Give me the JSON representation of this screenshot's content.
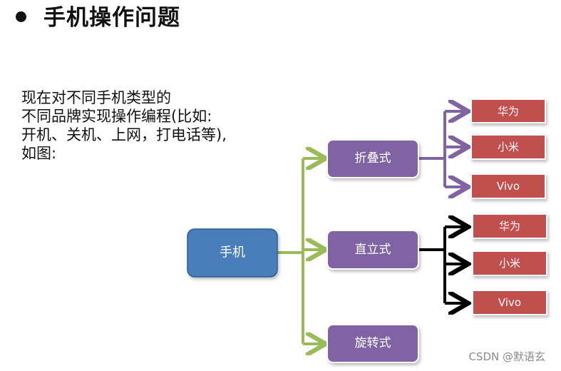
{
  "title": "手机操作问题",
  "description_lines": [
    "现在对不同手机类型的",
    "不同品牌实现操作编程(比如:",
    "开机、关机、上网，打电话等),",
    "如图:"
  ],
  "diagram": {
    "root": "手机",
    "types": [
      "折叠式",
      "直立式",
      "旋转式"
    ],
    "brands_folding": [
      "华为",
      "小米",
      "Vivo"
    ],
    "brands_upright": [
      "华为",
      "小米",
      "Vivo"
    ]
  },
  "colors": {
    "root_fill": "#4a7ebb",
    "type_fill": "#8064a2",
    "brand_fill": "#c0504d",
    "green_arrow": "#9bbb59",
    "purple_arrow": "#8064a2",
    "black_arrow": "#000000"
  },
  "watermark": "CSDN @默语玄"
}
